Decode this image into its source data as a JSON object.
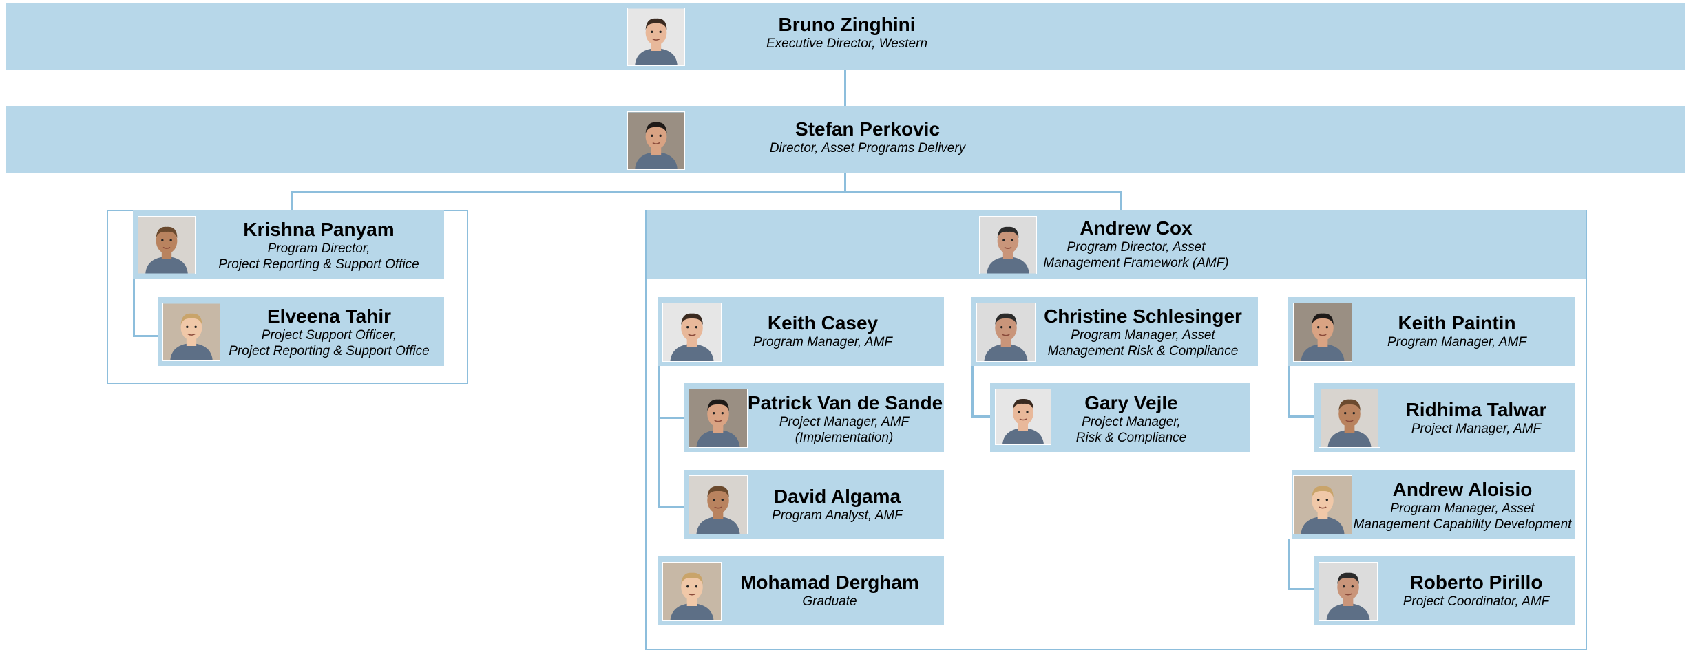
{
  "chart_data": {
    "type": "org-chart",
    "people": [
      {
        "id": "bruno",
        "name": "Bruno Zinghini",
        "title": [
          "Executive Director, Western"
        ],
        "reports_to": null
      },
      {
        "id": "stefan",
        "name": "Stefan Perkovic",
        "title": [
          "Director, Asset Programs Delivery"
        ],
        "reports_to": "bruno"
      },
      {
        "id": "krishna",
        "name": "Krishna Panyam",
        "title": [
          "Program Director,",
          "Project Reporting & Support Office"
        ],
        "reports_to": "stefan"
      },
      {
        "id": "elveena",
        "name": "Elveena Tahir",
        "title": [
          "Project Support Officer,",
          "Project Reporting & Support Office"
        ],
        "reports_to": "krishna"
      },
      {
        "id": "andrewcox",
        "name": "Andrew Cox",
        "title": [
          "Program Director, Asset",
          "Management Framework (AMF)"
        ],
        "reports_to": "stefan"
      },
      {
        "id": "keithcasey",
        "name": "Keith Casey",
        "title": [
          "Program Manager, AMF"
        ],
        "reports_to": "andrewcox"
      },
      {
        "id": "patrick",
        "name": "Patrick Van de Sande",
        "title": [
          "Project Manager, AMF",
          "(Implementation)"
        ],
        "reports_to": "keithcasey"
      },
      {
        "id": "david",
        "name": "David Algama",
        "title": [
          "Program Analyst, AMF"
        ],
        "reports_to": "keithcasey"
      },
      {
        "id": "mohamad",
        "name": "Mohamad Dergham",
        "title": [
          "Graduate"
        ],
        "reports_to": "andrewcox"
      },
      {
        "id": "christine",
        "name": "Christine Schlesinger",
        "title": [
          "Program Manager, Asset",
          "Management Risk & Compliance"
        ],
        "reports_to": "andrewcox"
      },
      {
        "id": "gary",
        "name": "Gary Vejle",
        "title": [
          "Project Manager,",
          "Risk & Compliance"
        ],
        "reports_to": "christine"
      },
      {
        "id": "keithpaintin",
        "name": "Keith Paintin",
        "title": [
          "Program Manager, AMF"
        ],
        "reports_to": "andrewcox"
      },
      {
        "id": "ridhima",
        "name": "Ridhima Talwar",
        "title": [
          "Project Manager, AMF"
        ],
        "reports_to": "keithpaintin"
      },
      {
        "id": "andrewaloisio",
        "name": "Andrew Aloisio",
        "title": [
          "Program Manager, Asset",
          "Management Capability Development"
        ],
        "reports_to": "andrewcox"
      },
      {
        "id": "roberto",
        "name": "Roberto Pirillo",
        "title": [
          "Project Coordinator, AMF"
        ],
        "reports_to": "andrewaloisio"
      }
    ],
    "colors": {
      "box_fill": "#b7d7e9",
      "connector": "#8dbedc",
      "background": "#ffffff"
    }
  }
}
